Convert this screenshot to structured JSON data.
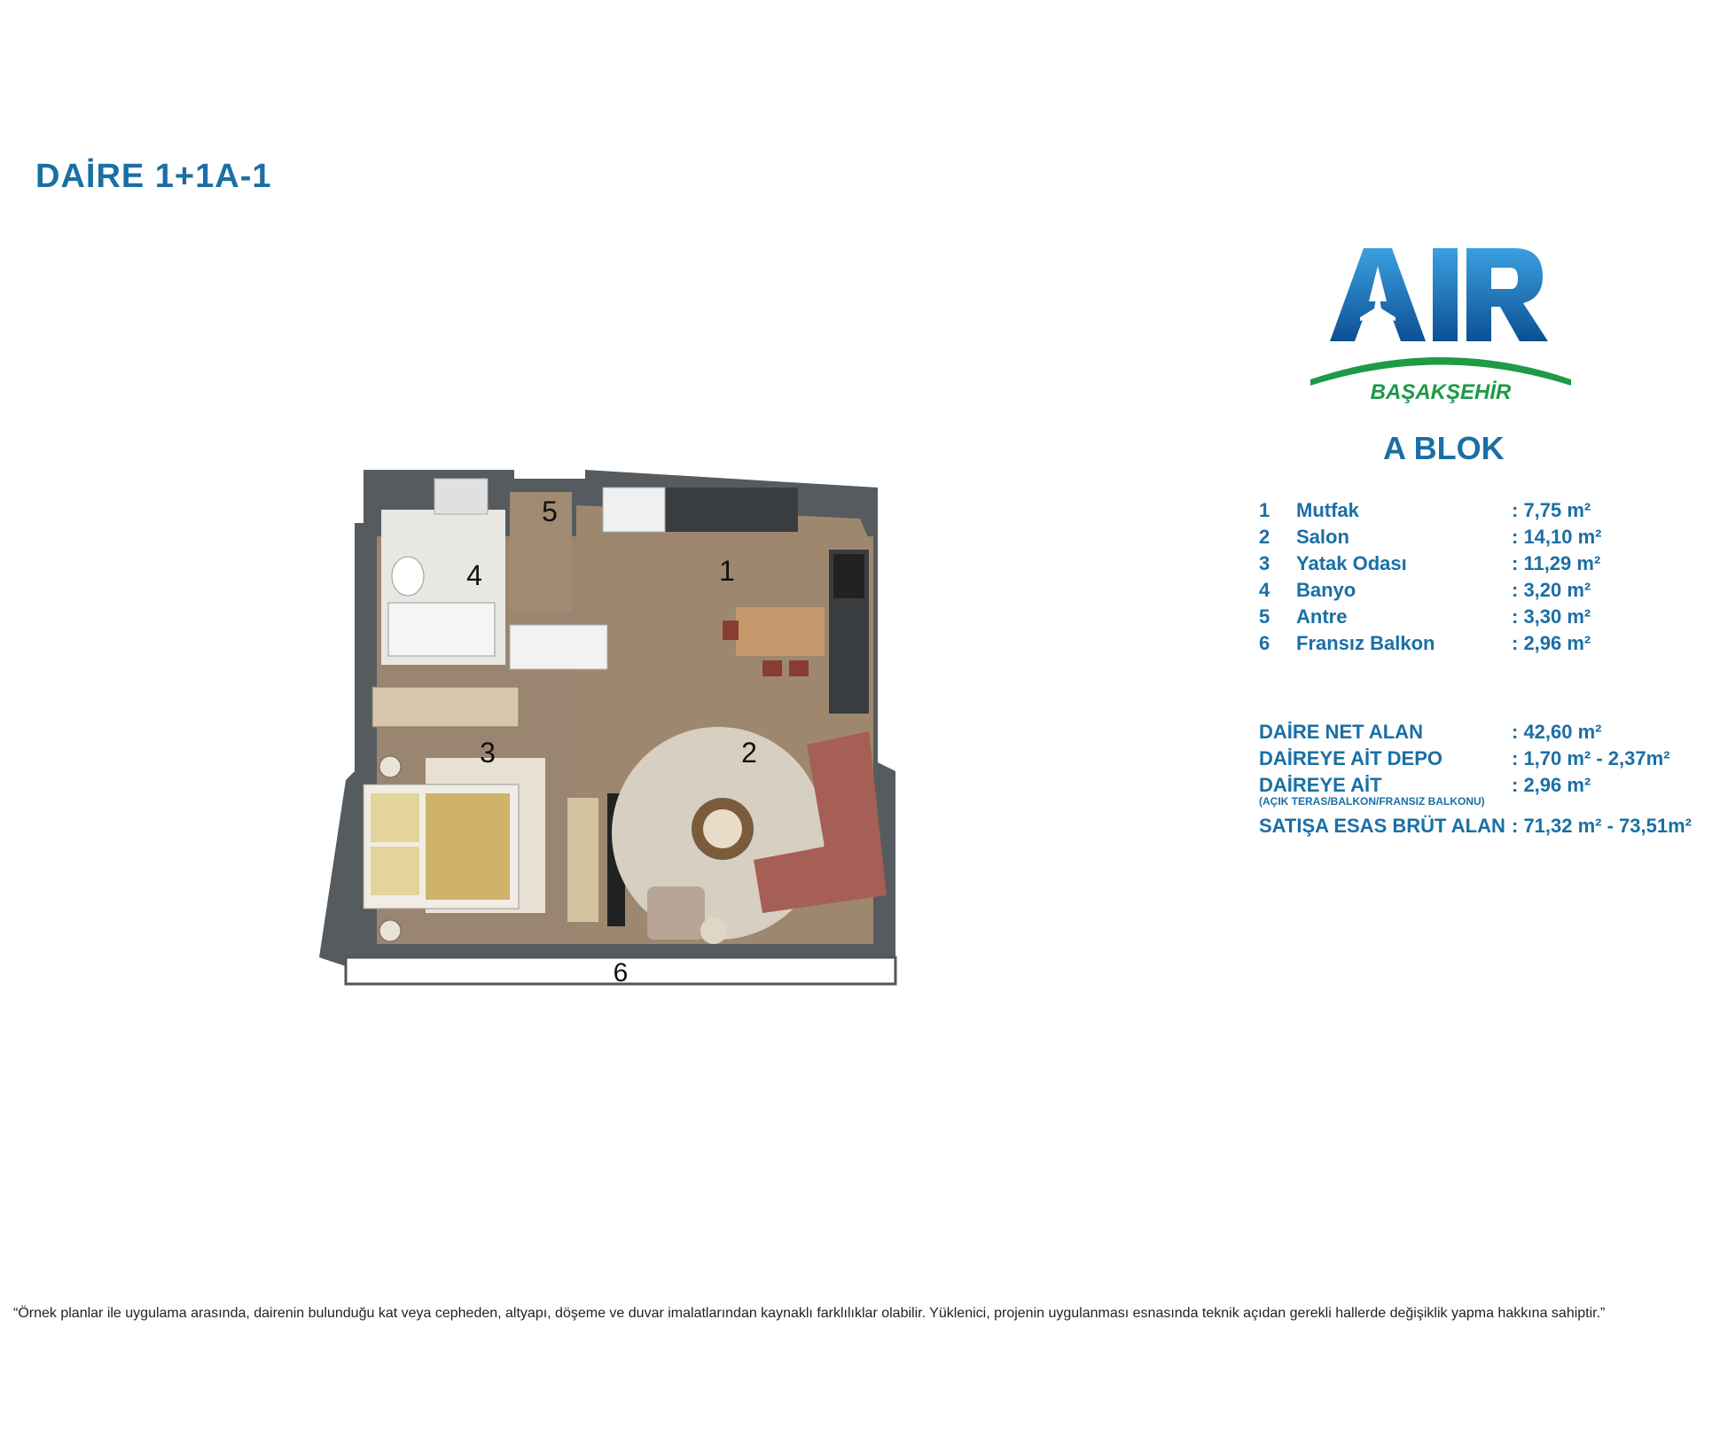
{
  "title": "DAİRE 1+1A-1",
  "logo": {
    "brand": "AIR",
    "sub": "BAŞAKŞEHİR",
    "colors": {
      "blue": "#1a78c2",
      "green": "#1f9a47"
    }
  },
  "block": "A BLOK",
  "rooms": [
    {
      "num": "1",
      "name": "Mutfak",
      "value": ":   7,75  m²"
    },
    {
      "num": "2",
      "name": "Salon",
      "value": ": 14,10  m²"
    },
    {
      "num": "3",
      "name": "Yatak Odası",
      "value": ":  11,29  m²"
    },
    {
      "num": "4",
      "name": "Banyo",
      "value": ":    3,20  m²"
    },
    {
      "num": "5",
      "name": "Antre",
      "value": ":    3,30  m²"
    },
    {
      "num": "6",
      "name": "Fransız Balkon",
      "value": ":    2,96  m²"
    }
  ],
  "summary": {
    "net_label": "DAİRE NET ALAN",
    "net_value": ": 42,60  m²",
    "depo_label": "DAİREYE AİT DEPO",
    "depo_value": ":   1,70  m²  - 2,37m²",
    "ait_label": "DAİREYE AİT",
    "ait_value": ":   2,96  m²",
    "ait_note": "(AÇIK TERAS/BALKON/FRANSIZ BALKONU)",
    "brut_label": "SATIŞA ESAS BRÜT ALAN",
    "brut_value": ": 71,32  m² - 73,51m²"
  },
  "plan_labels": [
    "1",
    "2",
    "3",
    "4",
    "5",
    "6"
  ],
  "footer": "“Örnek planlar ile uygulama arasında, dairenin bulunduğu kat veya cepheden, altyapı, döşeme ve duvar imalatlarından kaynaklı farklılıklar olabilir. Yüklenici, projenin uygulanması esnasında teknik açıdan gerekli hallerde değişiklik yapma hakkına sahiptir.”"
}
